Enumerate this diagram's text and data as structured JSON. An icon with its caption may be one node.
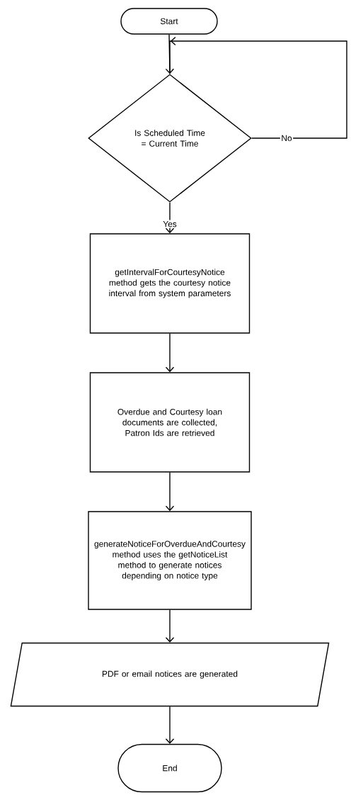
{
  "diagram": {
    "nodes": [
      {
        "text": [
          "Start"
        ]
      },
      {
        "text": [
          "Is Scheduled Time = Current Time"
        ]
      },
      {
        "text": [
          "getIntervalForCourtesyNotice method gets the courtesy notice interval from system parameters"
        ]
      },
      {
        "text": [
          "Overdue and Courtesy loan documents are collected, Patron Ids are retrieved"
        ]
      },
      {
        "text": [
          "generateNoticeForOverdueAndCourtesy method uses the getNoticeList method to generate notices depending on notice type"
        ]
      },
      {
        "text": [
          "PDF or email notices are generated"
        ]
      },
      {
        "text": [
          "End"
        ]
      }
    ],
    "edges": [
      {
        "from": 0,
        "to": 1,
        "arrow": "to"
      },
      {
        "from": 1,
        "to": 1,
        "arrow": "to",
        "label": "No"
      },
      {
        "from": 1,
        "to": 2,
        "arrow": "to",
        "label": "Yes"
      },
      {
        "from": 2,
        "to": 3,
        "arrow": "to"
      },
      {
        "from": 3,
        "to": 4,
        "arrow": "to"
      },
      {
        "from": 4,
        "to": 5,
        "arrow": "to"
      },
      {
        "from": 5,
        "to": 6,
        "arrow": "to"
      }
    ]
  }
}
